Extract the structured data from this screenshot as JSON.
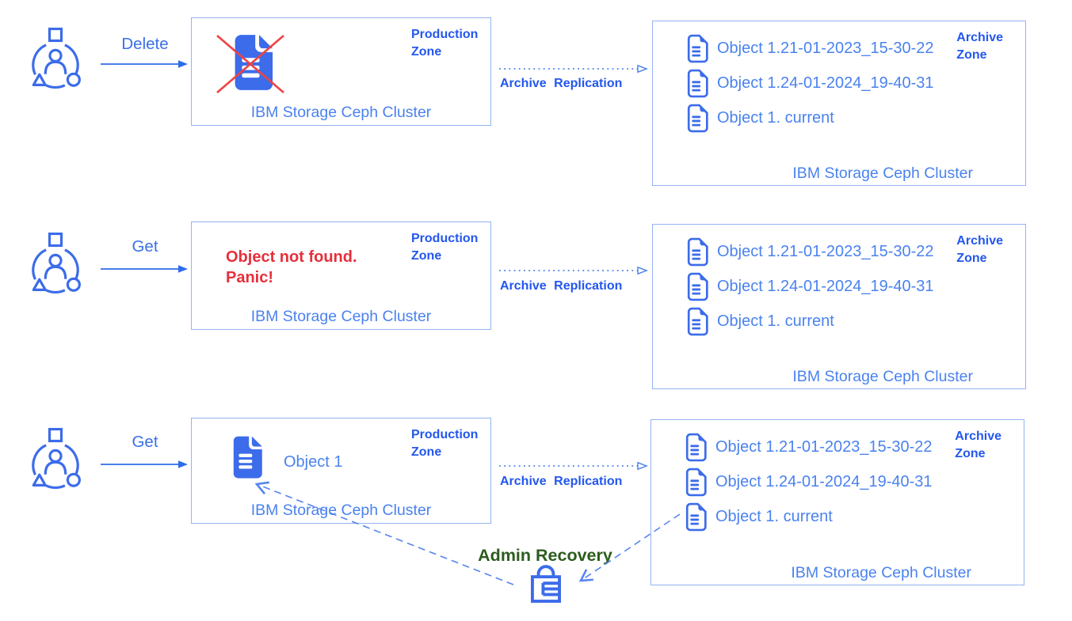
{
  "colors": {
    "bold_blue": "#2357ee",
    "text_blue": "#4a82ef",
    "icon_blue": "#3c6cea",
    "box_border_blue": "#93b2f2",
    "error_red": "#e62f3b",
    "cross_red": "#ef4244",
    "recovery_green": "#2d5c1e"
  },
  "icons": {
    "user": "user-community-icon",
    "document_solid": "document-icon",
    "document_outline": "document-outline-icon",
    "deleted": "red-x-icon",
    "lock": "lock-document-icon"
  },
  "shared": {
    "production_zone_line1": "Production",
    "production_zone_line2": "Zone",
    "archive_zone_line1": "Archive",
    "archive_zone_line2": "Zone",
    "cluster_label": "IBM Storage Ceph Cluster",
    "replication_label": "Archive Replication"
  },
  "rows": [
    {
      "action_label": "Delete",
      "production": {
        "content": "deleted-object"
      },
      "archive_objects": [
        "Object 1.21-01-2023_15-30-22",
        "Object 1.24-01-2024_19-40-31",
        "Object 1. current"
      ]
    },
    {
      "action_label": "Get",
      "production": {
        "error_line1": "Object not found.",
        "error_line2": "Panic!"
      },
      "archive_objects": [
        "Object 1.21-01-2023_15-30-22",
        "Object 1.24-01-2024_19-40-31",
        "Object 1. current"
      ]
    },
    {
      "action_label": "Get",
      "production": {
        "object_label": "Object 1"
      },
      "archive_objects": [
        "Object 1.21-01-2023_15-30-22",
        "Object 1.24-01-2024_19-40-31",
        "Object 1. current"
      ]
    }
  ],
  "recovery": {
    "label": "Admin Recovery"
  }
}
